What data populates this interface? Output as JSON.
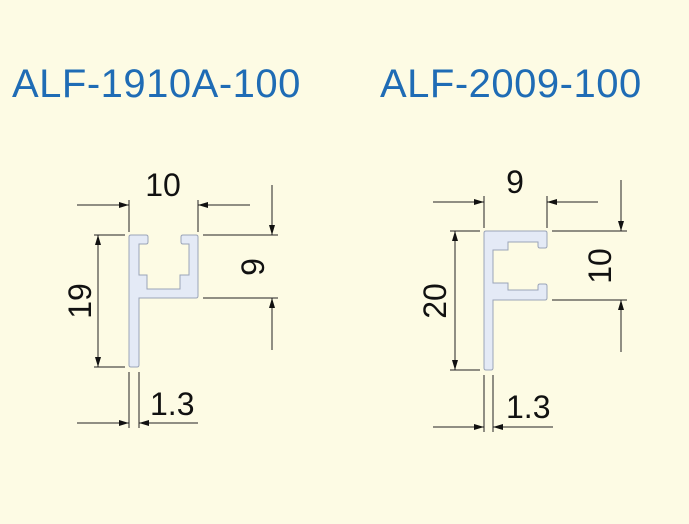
{
  "titles": [
    "ALF-1910A-100",
    "ALF-2009-100"
  ],
  "colors": {
    "background": "#fdfbe4",
    "title": "#1f6cb5",
    "profile": "#e4eaf6"
  },
  "profiles": [
    {
      "name": "ALF-1910A-100",
      "width": "10",
      "height": "19",
      "channel_height": "9",
      "thickness": "1.3"
    },
    {
      "name": "ALF-2009-100",
      "width": "9",
      "height": "20",
      "channel_height": "10",
      "thickness": "1.3"
    }
  ]
}
